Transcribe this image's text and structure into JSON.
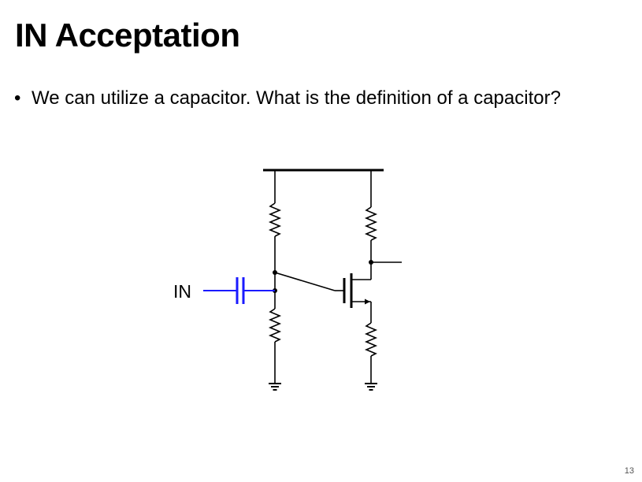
{
  "slide": {
    "title": "IN Acceptation",
    "bullets": [
      "We can utilize a capacitor. What is the definition of a capacitor?"
    ],
    "bullet_glyph": "•",
    "page_number": "13"
  },
  "circuit": {
    "input_label": "IN",
    "wire_color": "#000000",
    "capacitor_color": "#1a1aff",
    "components": [
      "supply-rail",
      "bias-resistor-top",
      "bias-resistor-bottom",
      "input-capacitor",
      "mosfet",
      "drain-resistor",
      "source-resistor",
      "output-terminal",
      "ground-left",
      "ground-right"
    ]
  }
}
